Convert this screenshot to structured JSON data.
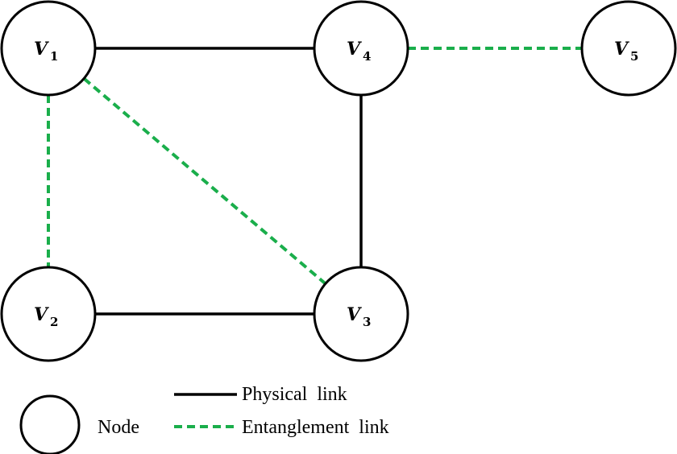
{
  "nodes": [
    {
      "id": "v1",
      "label": "V",
      "sub": "1"
    },
    {
      "id": "v2",
      "label": "V",
      "sub": "2"
    },
    {
      "id": "v3",
      "label": "V",
      "sub": "3"
    },
    {
      "id": "v4",
      "label": "V",
      "sub": "4"
    },
    {
      "id": "v5",
      "label": "V",
      "sub": "5"
    }
  ],
  "physical_links": [
    [
      "v1",
      "v4"
    ],
    [
      "v4",
      "v3"
    ],
    [
      "v2",
      "v3"
    ]
  ],
  "entanglement_links": [
    [
      "v1",
      "v2"
    ],
    [
      "v1",
      "v3"
    ],
    [
      "v4",
      "v5"
    ]
  ],
  "colors": {
    "physical": "#000000",
    "entanglement": "#1aae4b"
  },
  "legend": {
    "node": "Node",
    "physical": "Physical  link",
    "entanglement": "Entanglement  link"
  }
}
